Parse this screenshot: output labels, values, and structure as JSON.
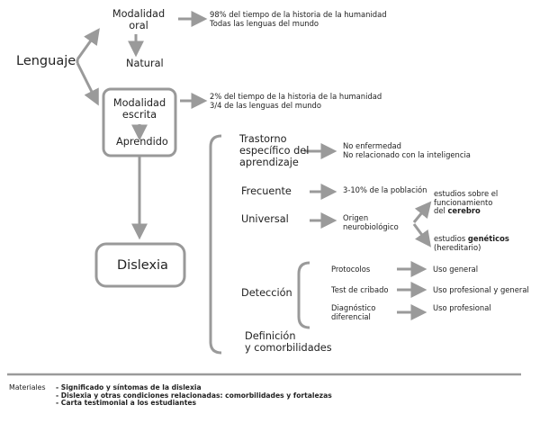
{
  "root": "Lenguaje",
  "oral": {
    "title_line1": "Modalidad",
    "title_line2": "oral",
    "child": "Natural",
    "note_line1": "98% del tiempo de la historia de la humanidad",
    "note_line2": "Todas las lenguas del mundo"
  },
  "written": {
    "title_line1": "Modalidad",
    "title_line2": "escrita",
    "child": "Aprendido",
    "note_line1": "2% del tiempo de la historia de la humanidad",
    "note_line2": "3/4 de las lenguas del mundo"
  },
  "dyslexia": "Dislexia",
  "branches": {
    "trastorno": {
      "line1": "Trastorno",
      "line2": "específico del",
      "line3": "aprendizaje",
      "note_line1": "No enfermedad",
      "note_line2": "No relacionado con la inteligencia"
    },
    "frecuente": {
      "label": "Frecuente",
      "note": "3-10% de la población"
    },
    "universal": {
      "label": "Universal",
      "origin_line1": "Origen",
      "origin_line2": "neurobiológico",
      "cerebro_line1": "estudios sobre el",
      "cerebro_line2": "funcionamiento",
      "cerebro_prefix": "del",
      "cerebro_bold": "cerebro",
      "gen_prefix": "estudios",
      "gen_bold": "genéticos",
      "gen_line2": "(hereditario)"
    },
    "deteccion": {
      "label": "Detección",
      "items": [
        {
          "line1": "Protocolos",
          "line2": "",
          "result": "Uso general"
        },
        {
          "line1": "Test de cribado",
          "line2": "",
          "result": "Uso profesional y general"
        },
        {
          "line1": "Diagnóstico",
          "line2": "diferencial",
          "result": "Uso profesional"
        }
      ]
    },
    "definicion": {
      "line1": "Definición",
      "line2": "y comorbilidades"
    }
  },
  "footer": {
    "label": "Materiales",
    "items": [
      "- Significado y síntomas de la dislexia",
      "- Dislexia y otras condiciones relacionadas: comorbilidades y fortalezas",
      "- Carta testimonial a los estudiantes"
    ]
  },
  "colors": {
    "arrow": "#9a9a9a",
    "text": "#222222",
    "box_border": "#999999"
  }
}
